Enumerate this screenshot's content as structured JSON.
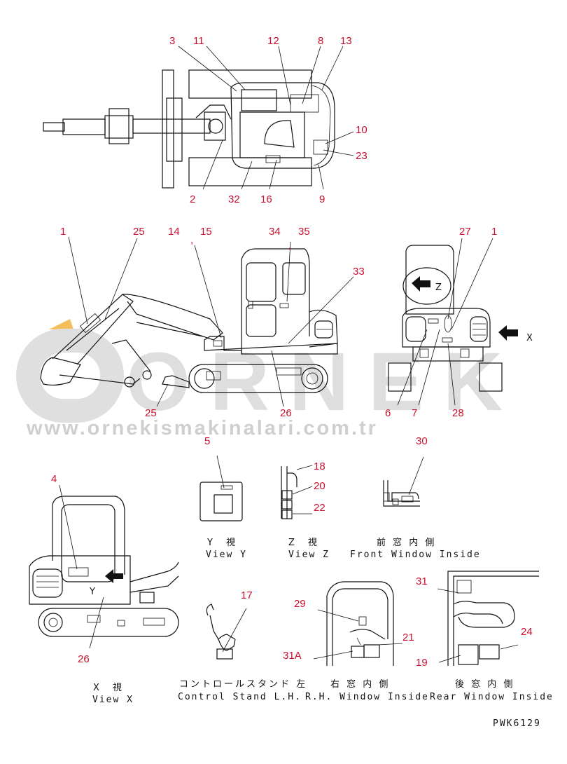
{
  "watermark": {
    "brand": "ORNEK",
    "url": "www.ornekismakinalari.com.tr"
  },
  "callouts": {
    "top": [
      "3",
      "11",
      "12",
      "8",
      "13",
      "10",
      "23",
      "2",
      "32",
      "16",
      "9"
    ],
    "side": [
      "1",
      "25",
      "14",
      ",",
      "15",
      "34",
      ",",
      "35",
      "33",
      "25",
      "26"
    ],
    "rear": [
      "27",
      "1",
      "6",
      "7",
      "28"
    ],
    "x_view": [
      "X"
    ],
    "view_z_arrow": [
      "Z"
    ],
    "view_y": [
      "5"
    ],
    "view_z": [
      "18",
      "20",
      "22"
    ],
    "front_window": [
      "30"
    ],
    "view_x": [
      "4",
      "26",
      "Y"
    ],
    "control_stand": [
      "17"
    ],
    "rh_window": [
      "29",
      "21",
      "31A"
    ],
    "rear_window": [
      "31",
      "24",
      "19"
    ]
  },
  "captions": {
    "view_y_jp": "Y　視",
    "view_y_en": "View Y",
    "view_z_jp": "Z　視",
    "view_z_en": "View Z",
    "front_window_jp": "前 窓 内 側",
    "front_window_en": "Front Window Inside",
    "view_x_jp": "X　視",
    "view_x_en": "View X",
    "control_stand_jp": "コントロールスタンド 左",
    "control_stand_en": "Control Stand L.H.",
    "rh_window_jp": "右 窓 内 側",
    "rh_window_en": "R.H. Window Inside",
    "rear_window_jp": "後 窓 内 側",
    "rear_window_en": "Rear Window Inside"
  },
  "drawing_code": "PWK6129",
  "colors": {
    "callout": "#c8102e",
    "line": "#111111",
    "watermark": "#d6d6d6",
    "watermark_accent": "#f2b84a"
  }
}
